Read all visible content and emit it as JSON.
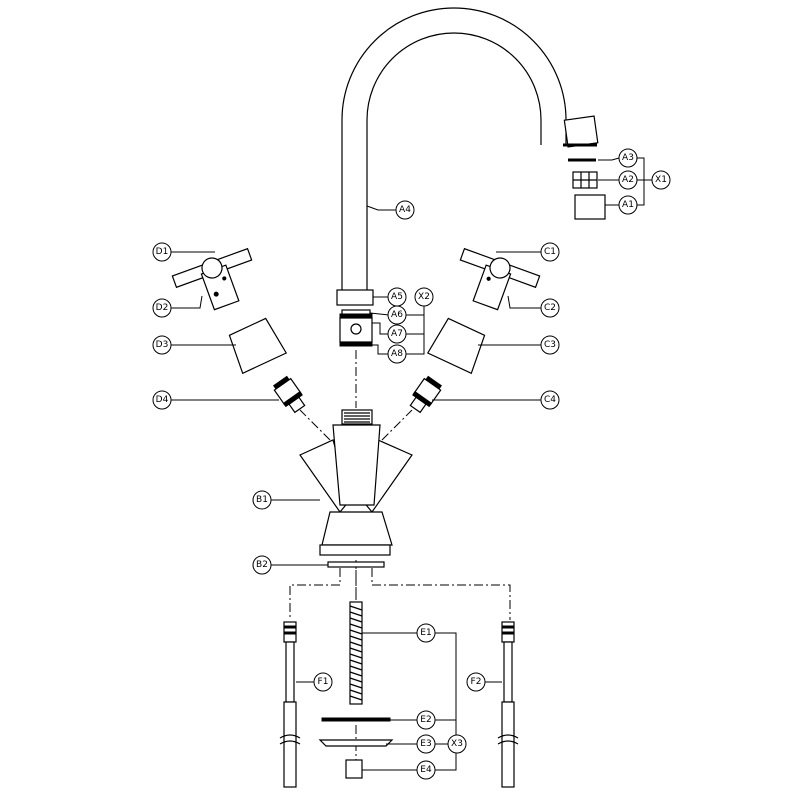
{
  "diagram": {
    "labels": {
      "a1": "A1",
      "a2": "A2",
      "a3": "A3",
      "a4": "A4",
      "a5": "A5",
      "a6": "A6",
      "a7": "A7",
      "a8": "A8",
      "b1": "B1",
      "b2": "B2",
      "c1": "C1",
      "c2": "C2",
      "c3": "C3",
      "c4": "C4",
      "d1": "D1",
      "d2": "D2",
      "d3": "D3",
      "d4": "D4",
      "e1": "E1",
      "e2": "E2",
      "e3": "E3",
      "e4": "E4",
      "f1": "F1",
      "f2": "F2",
      "x1": "X1",
      "x2": "X2",
      "x3": "X3"
    }
  }
}
